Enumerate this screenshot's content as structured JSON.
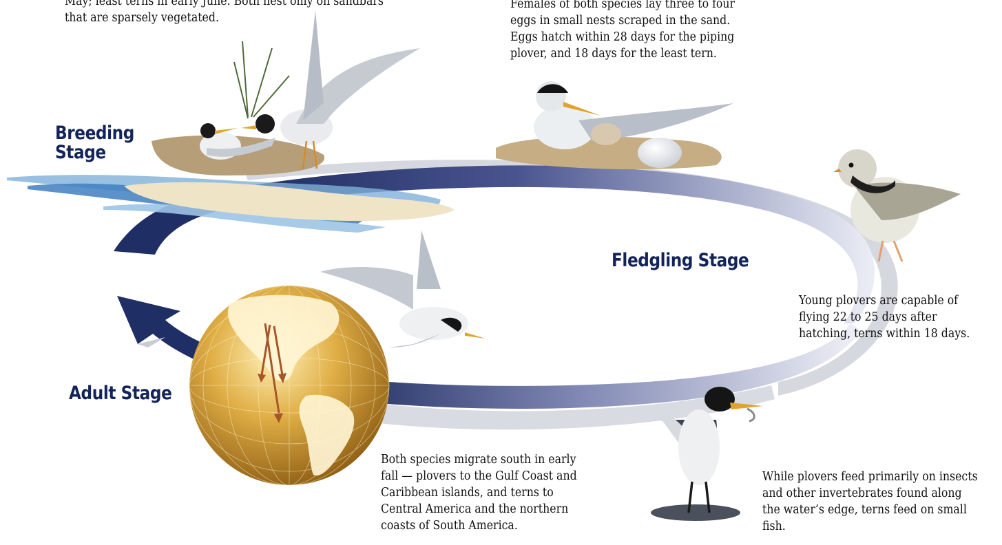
{
  "title": "",
  "stages": {
    "breeding": "Breeding\nStage",
    "fledgling": "Fledgling Stage",
    "adult": "Adult Stage"
  },
  "captions": {
    "nesting_partial": "May; least terns in early June. Both nest only on sandbars\nthat are sparsely vegetated.",
    "eggs": "Females of both species lay three to four\neggs in small nests scraped in the sand.\nEggs hatch within 28 days for the piping\nplover, and 18 days for the least tern.",
    "fledging": "Young plovers are capable of\nflying 22 to 25 days after\nhatching, terns within 18 days.",
    "migration": "Both species migrate south in early\nfall — plovers to the Gulf Coast and\nCaribbean islands, and terns to\nCentral America and the northern\ncoasts of South America.",
    "feeding": "While plovers feed primarily on insects\nand other invertebrates found along\nthe water’s edge, terns feed on small\nfish."
  },
  "illustrations": {
    "breeding": "two-least-terns-on-sandbar",
    "nesting": "tern-sitting-on-nest-with-egg",
    "fledgling": "piping-plover",
    "adult_flying": "flying-least-tern",
    "adult_feeding": "tern-with-fish",
    "globe": "globe-migration-arrows"
  },
  "colors": {
    "cycle_dark": "#1f2e64",
    "cycle_light": "#dfe2ee",
    "stage_label": "#13245a",
    "globe": "#d8a43a",
    "water": "#5b96c9",
    "sand": "#efe4c6"
  }
}
